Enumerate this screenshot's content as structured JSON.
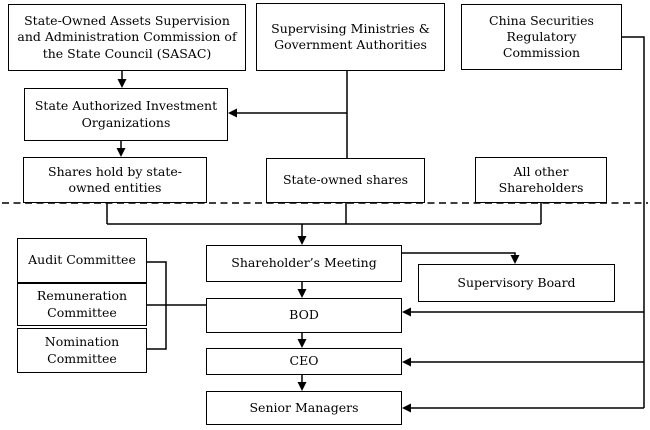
{
  "colors": {
    "line": "#000000",
    "background": "#ffffff",
    "text": "#000000"
  },
  "nodes": {
    "sasac": {
      "label": [
        "State-Owned Assets Supervision",
        "and Administration Commission of",
        "the State Council (SASAC)"
      ]
    },
    "ministries": {
      "label": [
        "Supervising Ministries &",
        "Government Authorities"
      ]
    },
    "csrc": {
      "label": [
        "China Securities",
        "Regulatory",
        "Commission"
      ]
    },
    "state_authorized_investment_organizations": {
      "label": [
        "State Authorized Investment",
        "Organizations"
      ]
    },
    "shares_hold_by_state_owned_entities": {
      "label": [
        "Shares hold by state-",
        "owned entities"
      ]
    },
    "state_owned_shares": {
      "label": "State-owned shares"
    },
    "all_other_shareholders": {
      "label": [
        "All other",
        "Shareholders"
      ]
    },
    "audit_committee": {
      "label": "Audit Committee"
    },
    "remuneration_committee": {
      "label": [
        "Remuneration",
        "Committee"
      ]
    },
    "nomination_committee": {
      "label": [
        "Nomination",
        "Committee"
      ]
    },
    "shareholders_meeting": {
      "label": "Shareholder’s Meeting"
    },
    "supervisory_board": {
      "label": "Supervisory Board"
    },
    "bod": {
      "label": "BOD"
    },
    "ceo": {
      "label": "CEO"
    },
    "senior_managers": {
      "label": "Senior Managers"
    }
  }
}
